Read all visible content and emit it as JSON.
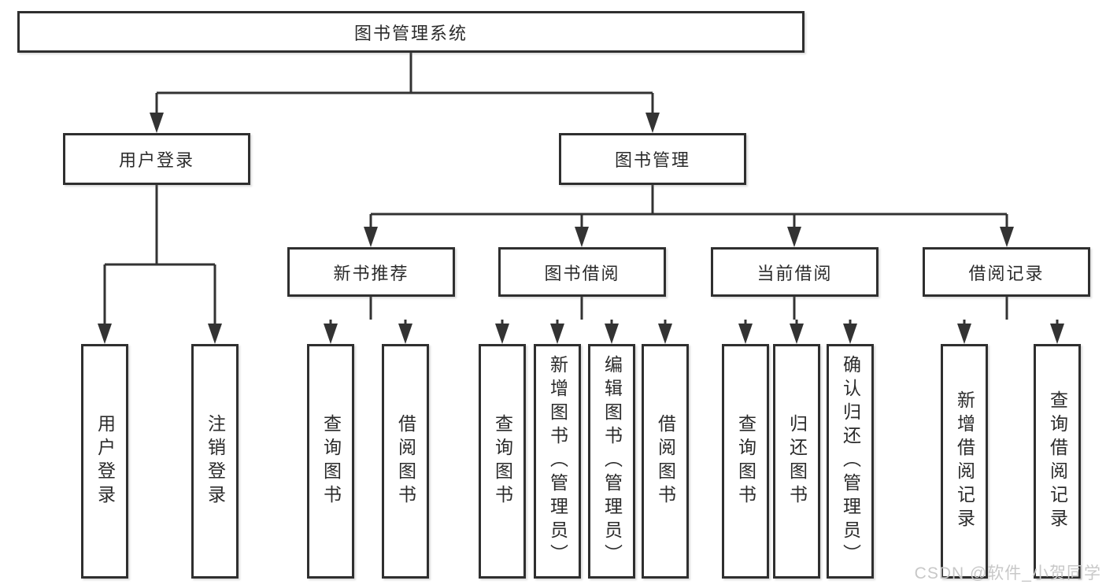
{
  "tree": {
    "root": {
      "label": "图书管理系统"
    },
    "user_login": {
      "label": "用户登录",
      "children": [
        "用户登录",
        "注销登录"
      ]
    },
    "book_management": {
      "label": "图书管理",
      "sections": [
        {
          "label": "新书推荐",
          "children": [
            "查询图书",
            "借阅图书"
          ]
        },
        {
          "label": "图书借阅",
          "children": [
            "查询图书",
            "新增图书（管理员）",
            "编辑图书（管理员）",
            "借阅图书"
          ]
        },
        {
          "label": "当前借阅",
          "children": [
            "查询图书",
            "归还图书",
            "确认归还（管理员）"
          ]
        },
        {
          "label": "借阅记录",
          "children": [
            "新增借阅记录",
            "查询借阅记录"
          ]
        }
      ]
    }
  },
  "watermark": {
    "text": "CSDN @软件_小贺同学"
  },
  "colors": {
    "background": "#ffffff",
    "box_border": "#2f2f2f",
    "connector_line": "#333333",
    "text": "#2b2b2b",
    "watermark_text": "#c8c8c8"
  }
}
